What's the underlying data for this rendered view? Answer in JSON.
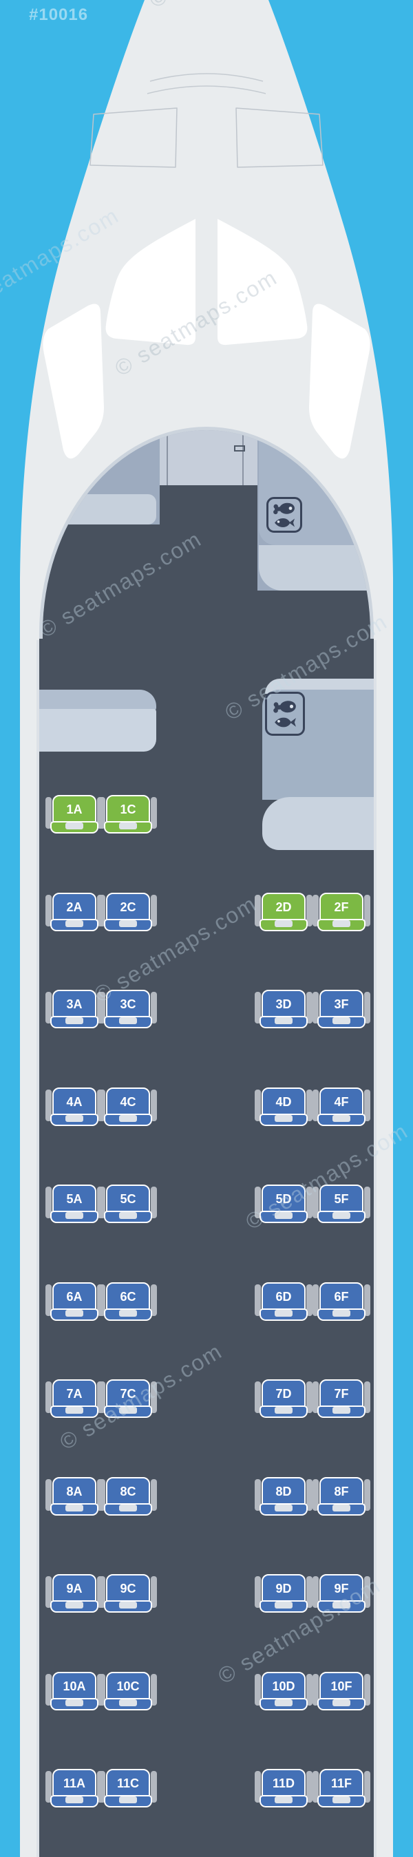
{
  "page": {
    "map_id": "#10016",
    "watermark": "© seatmaps.com"
  },
  "colors": {
    "background": "#3cb7e7",
    "fuselage": "#e9ecee",
    "cockpit_window": "#ffffff",
    "cabin_floor": "#48515e",
    "cockpit_interior": "#9dabbf",
    "panel_light": "#c6ceda",
    "galley_panel": "#a7b5c8",
    "seat_green": "#7cb944",
    "seat_blue": "#4370b6",
    "armrest": "#b3b8c0"
  },
  "icons": {
    "galley_meal": "drumstick-and-fish-meal-icon"
  },
  "cabin": {
    "columns": [
      "A",
      "C",
      "D",
      "F"
    ],
    "rows": [
      {
        "row": "1",
        "seats": [
          {
            "id": "1A",
            "color": "green"
          },
          {
            "id": "1C",
            "color": "green"
          }
        ]
      },
      {
        "row": "2",
        "seats": [
          {
            "id": "2A",
            "color": "blue"
          },
          {
            "id": "2C",
            "color": "blue"
          },
          {
            "id": "2D",
            "color": "green"
          },
          {
            "id": "2F",
            "color": "green"
          }
        ]
      },
      {
        "row": "3",
        "seats": [
          {
            "id": "3A",
            "color": "blue"
          },
          {
            "id": "3C",
            "color": "blue"
          },
          {
            "id": "3D",
            "color": "blue"
          },
          {
            "id": "3F",
            "color": "blue"
          }
        ]
      },
      {
        "row": "4",
        "seats": [
          {
            "id": "4A",
            "color": "blue"
          },
          {
            "id": "4C",
            "color": "blue"
          },
          {
            "id": "4D",
            "color": "blue"
          },
          {
            "id": "4F",
            "color": "blue"
          }
        ]
      },
      {
        "row": "5",
        "seats": [
          {
            "id": "5A",
            "color": "blue"
          },
          {
            "id": "5C",
            "color": "blue"
          },
          {
            "id": "5D",
            "color": "blue"
          },
          {
            "id": "5F",
            "color": "blue"
          }
        ]
      },
      {
        "row": "6",
        "seats": [
          {
            "id": "6A",
            "color": "blue"
          },
          {
            "id": "6C",
            "color": "blue"
          },
          {
            "id": "6D",
            "color": "blue"
          },
          {
            "id": "6F",
            "color": "blue"
          }
        ]
      },
      {
        "row": "7",
        "seats": [
          {
            "id": "7A",
            "color": "blue"
          },
          {
            "id": "7C",
            "color": "blue"
          },
          {
            "id": "7D",
            "color": "blue"
          },
          {
            "id": "7F",
            "color": "blue"
          }
        ]
      },
      {
        "row": "8",
        "seats": [
          {
            "id": "8A",
            "color": "blue"
          },
          {
            "id": "8C",
            "color": "blue"
          },
          {
            "id": "8D",
            "color": "blue"
          },
          {
            "id": "8F",
            "color": "blue"
          }
        ]
      },
      {
        "row": "9",
        "seats": [
          {
            "id": "9A",
            "color": "blue"
          },
          {
            "id": "9C",
            "color": "blue"
          },
          {
            "id": "9D",
            "color": "blue"
          },
          {
            "id": "9F",
            "color": "blue"
          }
        ]
      },
      {
        "row": "10",
        "seats": [
          {
            "id": "10A",
            "color": "blue"
          },
          {
            "id": "10C",
            "color": "blue"
          },
          {
            "id": "10D",
            "color": "blue"
          },
          {
            "id": "10F",
            "color": "blue"
          }
        ]
      },
      {
        "row": "11",
        "seats": [
          {
            "id": "11A",
            "color": "blue"
          },
          {
            "id": "11C",
            "color": "blue"
          },
          {
            "id": "11D",
            "color": "blue"
          },
          {
            "id": "11F",
            "color": "blue"
          }
        ]
      }
    ]
  }
}
